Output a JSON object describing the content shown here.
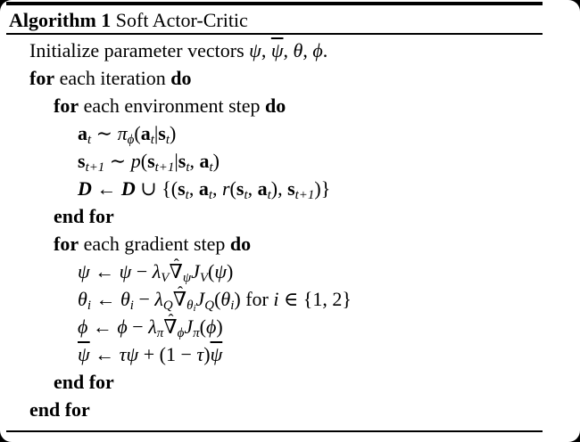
{
  "colors": {
    "background": "#ffffff",
    "frame": "#000000",
    "text": "#000000",
    "rule": "#000000"
  },
  "symbols": {
    "hat": "ˆ"
  },
  "header": {
    "label": "Algorithm 1",
    "title": " Soft Actor-Critic"
  },
  "algorithm": {
    "lines": [
      {
        "indent": 1,
        "parts": [
          {
            "t": "Initialize parameter vectors "
          },
          {
            "t": "ψ",
            "i": true
          },
          {
            "t": ", "
          },
          {
            "t": "ψ",
            "i": true,
            "bar": true
          },
          {
            "t": ", "
          },
          {
            "t": "θ",
            "i": true
          },
          {
            "t": ", "
          },
          {
            "t": "ϕ",
            "i": true
          },
          {
            "t": "."
          }
        ]
      },
      {
        "indent": 1,
        "parts": [
          {
            "t": "for",
            "b": true
          },
          {
            "t": " each iteration "
          },
          {
            "t": "do",
            "b": true
          }
        ]
      },
      {
        "indent": 2,
        "parts": [
          {
            "t": "for",
            "b": true
          },
          {
            "t": " each environment step "
          },
          {
            "t": "do",
            "b": true
          }
        ]
      },
      {
        "indent": 3,
        "parts": [
          {
            "t": "a",
            "mb": true
          },
          {
            "t": "t",
            "i": true,
            "sub": true
          },
          {
            "t": " ∼ "
          },
          {
            "t": "π",
            "i": true
          },
          {
            "t": "ϕ",
            "i": true,
            "sub": true
          },
          {
            "t": "("
          },
          {
            "t": "a",
            "mb": true
          },
          {
            "t": "t",
            "i": true,
            "sub": true
          },
          {
            "t": "|"
          },
          {
            "t": "s",
            "mb": true
          },
          {
            "t": "t",
            "i": true,
            "sub": true
          },
          {
            "t": ")"
          }
        ]
      },
      {
        "indent": 3,
        "parts": [
          {
            "t": "s",
            "mb": true
          },
          {
            "t": "t+1",
            "i": true,
            "sub": true
          },
          {
            "t": " ∼ "
          },
          {
            "t": "p",
            "i": true
          },
          {
            "t": "("
          },
          {
            "t": "s",
            "mb": true
          },
          {
            "t": "t+1",
            "i": true,
            "sub": true
          },
          {
            "t": "|"
          },
          {
            "t": "s",
            "mb": true
          },
          {
            "t": "t",
            "i": true,
            "sub": true
          },
          {
            "t": ", "
          },
          {
            "t": "a",
            "mb": true
          },
          {
            "t": "t",
            "i": true,
            "sub": true
          },
          {
            "t": ")"
          }
        ]
      },
      {
        "indent": 3,
        "parts": [
          {
            "t": "D",
            "cal": true
          },
          {
            "t": " ← "
          },
          {
            "t": "D",
            "cal": true
          },
          {
            "t": " ∪ {("
          },
          {
            "t": "s",
            "mb": true
          },
          {
            "t": "t",
            "i": true,
            "sub": true
          },
          {
            "t": ", "
          },
          {
            "t": "a",
            "mb": true
          },
          {
            "t": "t",
            "i": true,
            "sub": true
          },
          {
            "t": ", "
          },
          {
            "t": "r",
            "i": true
          },
          {
            "t": "("
          },
          {
            "t": "s",
            "mb": true
          },
          {
            "t": "t",
            "i": true,
            "sub": true
          },
          {
            "t": ", "
          },
          {
            "t": "a",
            "mb": true
          },
          {
            "t": "t",
            "i": true,
            "sub": true
          },
          {
            "t": "), "
          },
          {
            "t": "s",
            "mb": true
          },
          {
            "t": "t+1",
            "i": true,
            "sub": true
          },
          {
            "t": ")}"
          }
        ]
      },
      {
        "indent": 2,
        "parts": [
          {
            "t": "end for",
            "b": true
          }
        ]
      },
      {
        "indent": 2,
        "parts": [
          {
            "t": "for",
            "b": true
          },
          {
            "t": " each gradient step "
          },
          {
            "t": "do",
            "b": true
          }
        ]
      },
      {
        "indent": 3,
        "parts": [
          {
            "t": "ψ",
            "i": true
          },
          {
            "t": " ← "
          },
          {
            "t": "ψ",
            "i": true
          },
          {
            "t": " − "
          },
          {
            "t": "λ",
            "i": true
          },
          {
            "t": "V",
            "i": true,
            "sub": true
          },
          {
            "t": "∇",
            "hat": true
          },
          {
            "t": "ψ",
            "i": true,
            "sub": true
          },
          {
            "t": "J",
            "i": true
          },
          {
            "t": "V",
            "i": true,
            "sub": true
          },
          {
            "t": "("
          },
          {
            "t": "ψ",
            "i": true
          },
          {
            "t": ")"
          }
        ]
      },
      {
        "indent": 3,
        "parts": [
          {
            "t": "θ",
            "i": true
          },
          {
            "t": "i",
            "i": true,
            "sub": true
          },
          {
            "t": " ← "
          },
          {
            "t": "θ",
            "i": true
          },
          {
            "t": "i",
            "i": true,
            "sub": true
          },
          {
            "t": " − "
          },
          {
            "t": "λ",
            "i": true
          },
          {
            "t": "Q",
            "i": true,
            "sub": true
          },
          {
            "t": "∇",
            "hat": true
          },
          {
            "t": "θ",
            "i": true,
            "sub": true
          },
          {
            "t": "i",
            "i": true,
            "ss": true
          },
          {
            "t": "J",
            "i": true
          },
          {
            "t": "Q",
            "i": true,
            "sub": true
          },
          {
            "t": "("
          },
          {
            "t": "θ",
            "i": true
          },
          {
            "t": "i",
            "i": true,
            "sub": true
          },
          {
            "t": ") for "
          },
          {
            "t": "i",
            "i": true
          },
          {
            "t": " ∈ {1, 2}"
          }
        ]
      },
      {
        "indent": 3,
        "parts": [
          {
            "t": "ϕ",
            "i": true
          },
          {
            "t": " ← "
          },
          {
            "t": "ϕ",
            "i": true
          },
          {
            "t": " − "
          },
          {
            "t": "λ",
            "i": true
          },
          {
            "t": "π",
            "i": true,
            "sub": true
          },
          {
            "t": "∇",
            "hat": true
          },
          {
            "t": "ϕ",
            "i": true,
            "sub": true
          },
          {
            "t": "J",
            "i": true
          },
          {
            "t": "π",
            "i": true,
            "sub": true
          },
          {
            "t": "("
          },
          {
            "t": "ϕ",
            "i": true
          },
          {
            "t": ")"
          }
        ]
      },
      {
        "indent": 3,
        "parts": [
          {
            "t": "ψ",
            "i": true,
            "bar": true
          },
          {
            "t": " ← "
          },
          {
            "t": "τ",
            "i": true
          },
          {
            "t": "ψ",
            "i": true
          },
          {
            "t": " + (1 − "
          },
          {
            "t": "τ",
            "i": true
          },
          {
            "t": ")"
          },
          {
            "t": "ψ",
            "i": true,
            "bar": true
          }
        ]
      },
      {
        "indent": 2,
        "parts": [
          {
            "t": "end for",
            "b": true
          }
        ]
      },
      {
        "indent": 1,
        "parts": [
          {
            "t": "end for",
            "b": true
          }
        ]
      }
    ]
  }
}
